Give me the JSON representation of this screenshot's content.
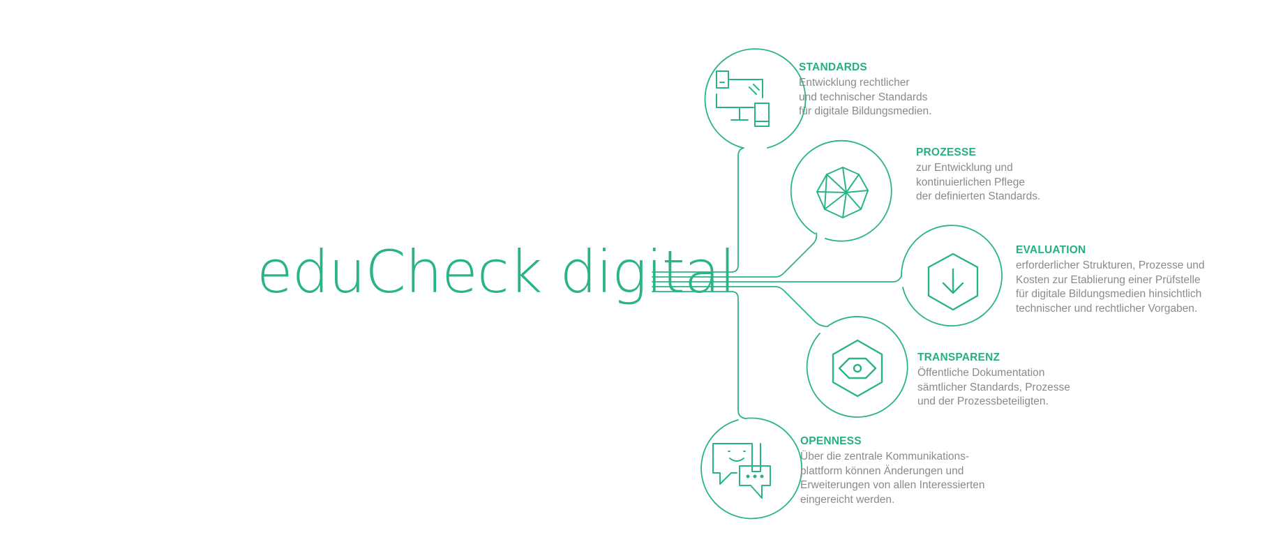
{
  "title": "eduCheck digital",
  "colors": {
    "accent": "#2ab389",
    "text": "#8a8a8a"
  },
  "items": [
    {
      "heading": "STANDARDS",
      "icon": "devices-icon",
      "lines": [
        "Entwicklung rechtlicher",
        "und technischer Standards",
        "für digitale Bildungsmedien."
      ]
    },
    {
      "heading": "PROZESSE",
      "icon": "polyhedron-icon",
      "lines": [
        "zur Entwicklung und",
        "kontinuierlichen Pflege",
        "der definierten Standards."
      ]
    },
    {
      "heading": "EVALUATION",
      "icon": "download-hexagon-icon",
      "lines": [
        "erforderlicher Strukturen, Prozesse und",
        "Kosten zur Etablierung einer Prüfstelle",
        "für digitale Bildungsmedien hinsichtlich",
        "technischer und rechtlicher Vorgaben."
      ]
    },
    {
      "heading": "TRANSPARENZ",
      "icon": "eye-hexagon-icon",
      "lines": [
        "Öffentliche Dokumentation",
        "sämtlicher Standards, Prozesse",
        "und der Prozessbeteiligten."
      ]
    },
    {
      "heading": "OPENNESS",
      "icon": "chat-bubbles-icon",
      "lines": [
        "Über die zentrale Kommunikations-",
        "plattform können Änderungen und",
        "Erweiterungen von allen Interessierten",
        "eingereicht werden."
      ]
    }
  ]
}
